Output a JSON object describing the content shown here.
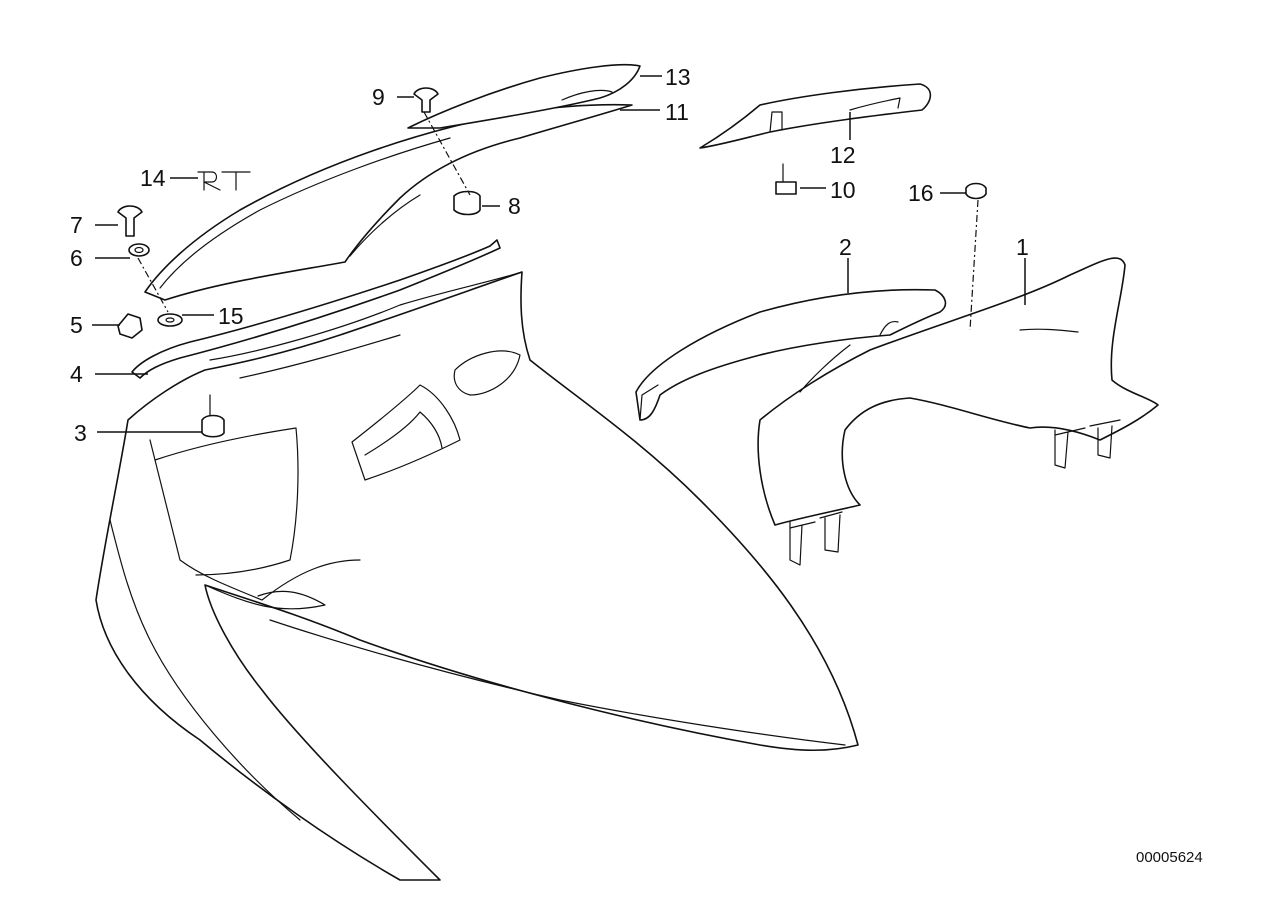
{
  "callouts": {
    "c1": "1",
    "c2": "2",
    "c3": "3",
    "c4": "4",
    "c5": "5",
    "c6": "6",
    "c7": "7",
    "c8": "8",
    "c9": "9",
    "c10": "10",
    "c11": "11",
    "c12": "12",
    "c13": "13",
    "c14": "14",
    "c15": "15",
    "c16": "16"
  },
  "reference_number": "00005624"
}
